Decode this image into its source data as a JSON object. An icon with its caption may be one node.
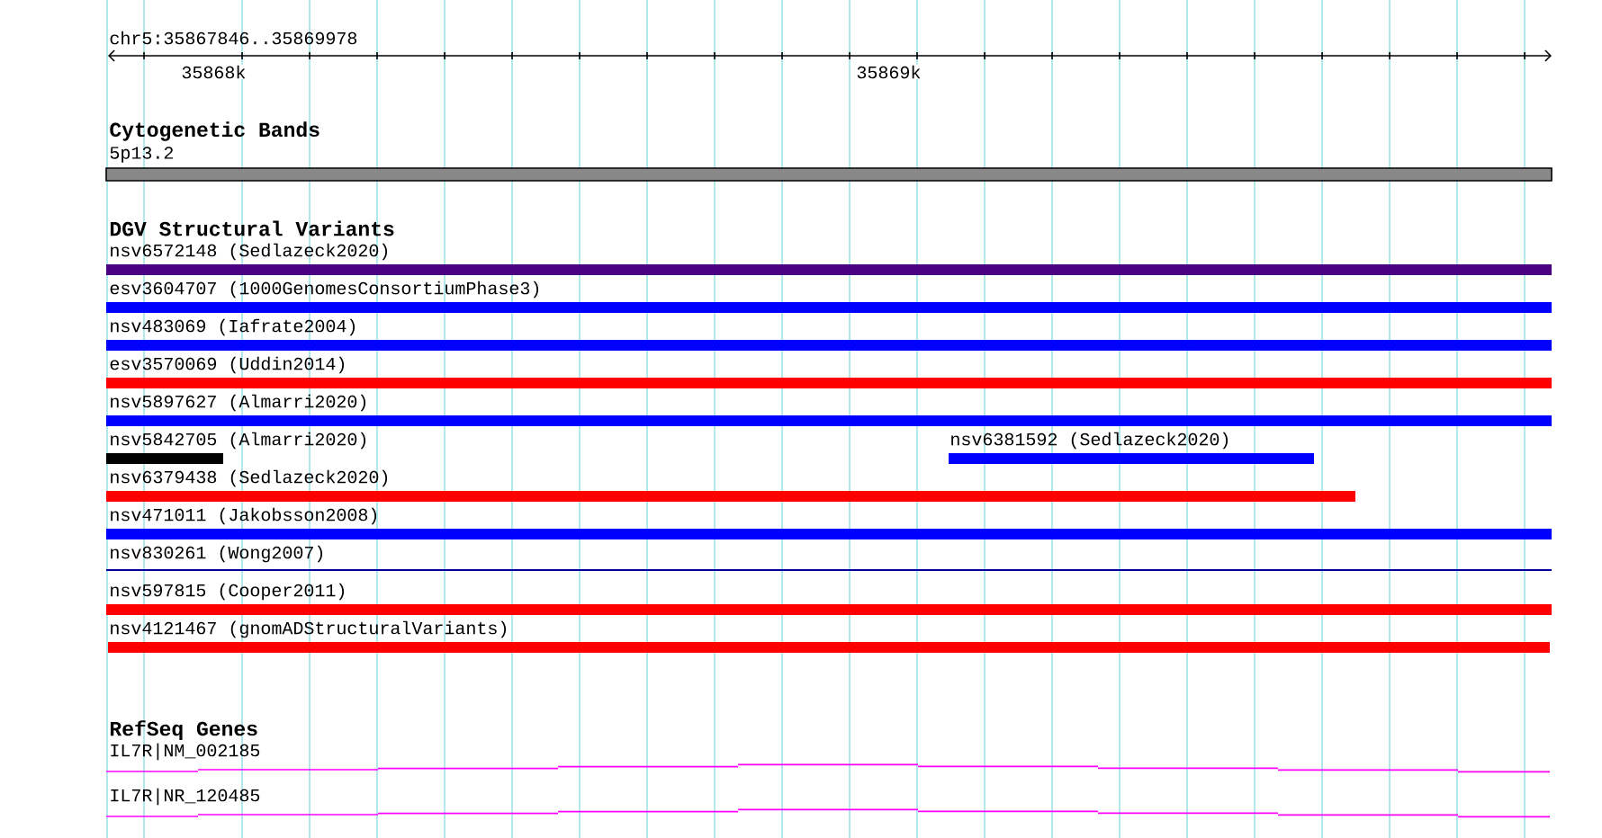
{
  "diagram": {
    "labels": [
      "chr5:35867846..35869978",
      "35868k",
      "35869k",
      "Cytogenetic Bands",
      "5p13.2",
      "DGV Structural Variants",
      "nsv6572148 (Sedlazeck2020)",
      "esv3604707 (1000GenomesConsortiumPhase3)",
      "nsv483069 (Iafrate2004)",
      "esv3570069 (Uddin2014)",
      "nsv5897627 (Almarri2020)",
      "nsv5842705 (Almarri2020)",
      "nsv6381592 (Sedlazeck2020)",
      "nsv6379438 (Sedlazeck2020)",
      "nsv471011 (Jakobsson2008)",
      "nsv830261 (Wong2007)",
      "nsv597815 (Cooper2011)",
      "nsv4121467 (gnomADStructuralVariants)",
      "RefSeq Genes",
      "IL7R|NM_002185",
      "IL7R|NR_120485"
    ]
  }
}
